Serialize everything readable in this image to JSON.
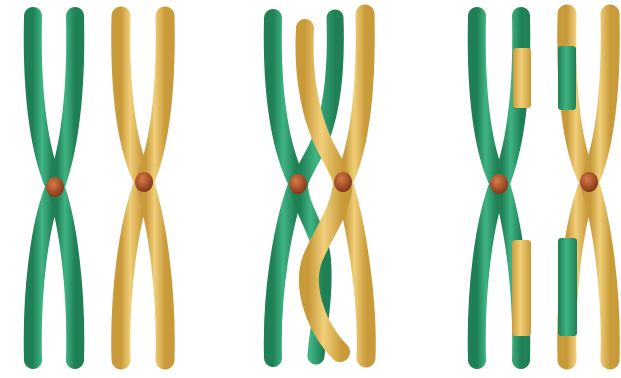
{
  "figure": {
    "panels": [
      {
        "id": "before-crossing-over",
        "chromosomes": [
          "green",
          "gold"
        ]
      },
      {
        "id": "crossing-over",
        "chromosomes": [
          "green",
          "gold"
        ]
      },
      {
        "id": "after-crossing-over",
        "chromosomes": [
          "green-with-gold-segments",
          "gold-with-green-segments"
        ]
      }
    ],
    "colors": {
      "green": "#2e9a6a",
      "gold": "#e2bb5c",
      "centromere": "#a94f2b",
      "background": "#ffffff"
    }
  }
}
